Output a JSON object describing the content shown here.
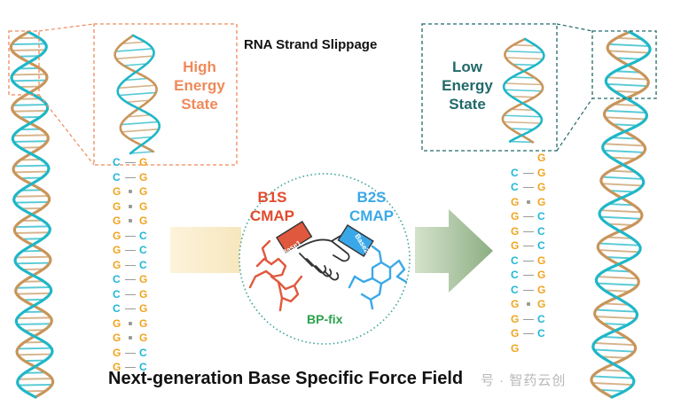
{
  "title_top": "RNA Strand Slippage",
  "high_energy": {
    "line1": "High",
    "line2": "Energy",
    "line3": "State"
  },
  "low_energy": {
    "line1": "Low",
    "line2": "Energy",
    "line3": "State"
  },
  "b1s": {
    "line1": "B1S",
    "line2": "CMAP"
  },
  "b2s": {
    "line1": "B2S",
    "line2": "CMAP"
  },
  "base1_tag": "Base1",
  "base2_tag": "Base2",
  "bpfix": "BP-fix",
  "bottom_title": "Next-generation Base Specific Force Field",
  "watermark": "号 · 智药云创",
  "colors": {
    "C": "#1fb7d9",
    "G": "#f0a41e",
    "high": "#ee8a5a",
    "low": "#22696a",
    "b1s": "#e24a2d",
    "b2s": "#3aa8e8",
    "bpfix": "#2aa24a"
  },
  "left_pairs": [
    {
      "l": "C",
      "r": "G",
      "c": "line"
    },
    {
      "l": "C",
      "r": "G",
      "c": "line"
    },
    {
      "l": "G",
      "r": "G",
      "c": "dot"
    },
    {
      "l": "G",
      "r": "G",
      "c": "dot"
    },
    {
      "l": "G",
      "r": "G",
      "c": "dot"
    },
    {
      "l": "G",
      "r": "C",
      "c": "line"
    },
    {
      "l": "G",
      "r": "C",
      "c": "line"
    },
    {
      "l": "G",
      "r": "C",
      "c": "line"
    },
    {
      "l": "C",
      "r": "G",
      "c": "line"
    },
    {
      "l": "C",
      "r": "G",
      "c": "line"
    },
    {
      "l": "C",
      "r": "G",
      "c": "line"
    },
    {
      "l": "G",
      "r": "G",
      "c": "dot"
    },
    {
      "l": "G",
      "r": "G",
      "c": "dot"
    },
    {
      "l": "G",
      "r": "C",
      "c": "line"
    },
    {
      "l": "G",
      "r": "C",
      "c": "line"
    }
  ],
  "right_pairs": [
    {
      "l": "",
      "r": "G",
      "c": "none"
    },
    {
      "l": "C",
      "r": "G",
      "c": "line"
    },
    {
      "l": "C",
      "r": "G",
      "c": "line"
    },
    {
      "l": "G",
      "r": "G",
      "c": "dot"
    },
    {
      "l": "G",
      "r": "C",
      "c": "line"
    },
    {
      "l": "G",
      "r": "C",
      "c": "line"
    },
    {
      "l": "G",
      "r": "C",
      "c": "line"
    },
    {
      "l": "C",
      "r": "G",
      "c": "line"
    },
    {
      "l": "C",
      "r": "G",
      "c": "line"
    },
    {
      "l": "C",
      "r": "G",
      "c": "line"
    },
    {
      "l": "G",
      "r": "G",
      "c": "dot"
    },
    {
      "l": "G",
      "r": "C",
      "c": "line"
    },
    {
      "l": "G",
      "r": "C",
      "c": "line"
    },
    {
      "l": "G",
      "r": "",
      "c": "none"
    }
  ]
}
